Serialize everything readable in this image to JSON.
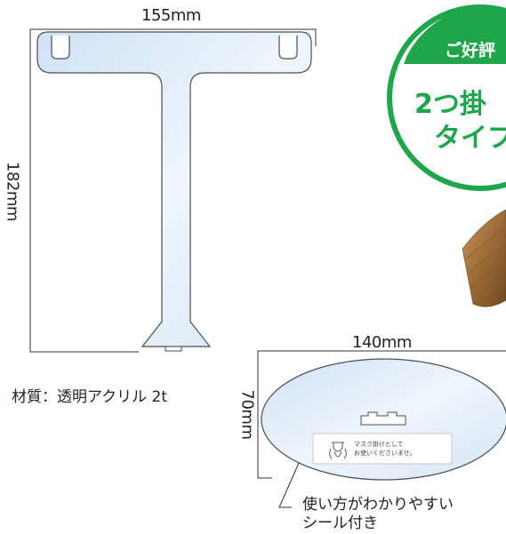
{
  "hanger": {
    "width_label": "155mm",
    "height_label": "182mm",
    "material_label": "材質：透明アクリル 2t"
  },
  "base": {
    "width_label": "140mm",
    "height_label": "70mm",
    "sticker_line1": "マスク掛けとして",
    "sticker_line2": "お使いくださいませ。",
    "caption_line1": "使い方がわかりやすい",
    "caption_line2": "シール付き"
  },
  "badge": {
    "top_text": "ご好評",
    "line1": "2つ掛",
    "line2": "タイプ",
    "colors": {
      "green": "#1fa64a",
      "white": "#ffffff"
    }
  },
  "colors": {
    "acrylic_fill": "#dbe9f7",
    "acrylic_stroke": "#4a4f55",
    "wood": "#a0743f"
  }
}
